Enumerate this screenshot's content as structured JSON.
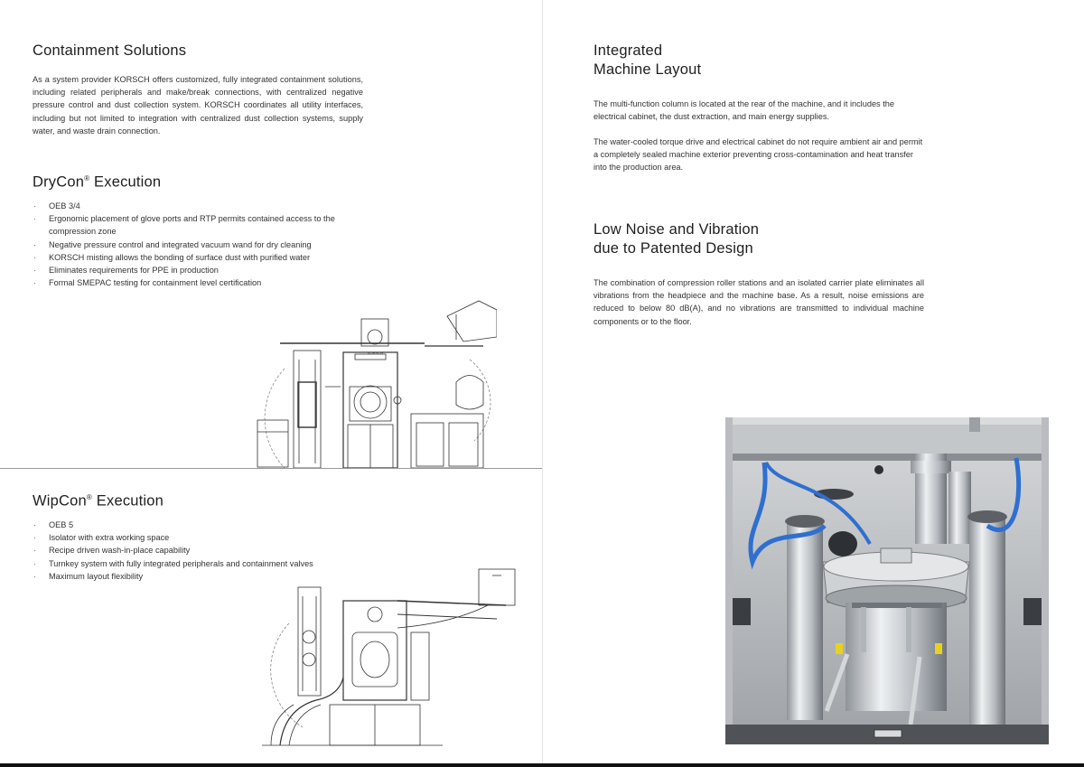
{
  "left": {
    "containment": {
      "title": "Containment Solutions",
      "body": "As a system provider KORSCH offers customized, fully integrated containment solutions, including related peripherals and make/break connections, with centralized negative pressure control and dust collection system. KORSCH coordinates all utility interfaces, including but not limited to integration with centralized dust collection systems, supply water, and waste drain connection."
    },
    "drycon": {
      "title_main": "DryCon",
      "title_reg": "®",
      "title_tail": " Execution",
      "bullets": [
        "OEB 3/4",
        "Ergonomic placement of glove ports and RTP permits contained access to the compression zone",
        "Negative pressure control and integrated vacuum wand for dry cleaning",
        "KORSCH misting allows the bonding of surface dust with purified water",
        "Eliminates requirements for PPE in production",
        "Formal SMEPAC testing for containment level certification"
      ],
      "drawing_brand": "KORSCH"
    },
    "wipcon": {
      "title_main": "WipCon",
      "title_reg": "®",
      "title_tail": " Execution",
      "bullets": [
        "OEB 5",
        "Isolator with extra working space",
        "Recipe driven wash-in-place capability",
        "Turnkey system with fully integrated peripherals and containment valves",
        "Maximum layout flexibility"
      ]
    }
  },
  "right": {
    "layout": {
      "title_line1": "Integrated",
      "title_line2": "Machine Layout",
      "para1": "The multi-function column is located at the rear of the machine, and it includes the electrical cabinet, the dust extraction, and main energy supplies.",
      "para2": "The water-cooled torque drive and electrical cabinet do not require ambient air and permit a completely sealed machine exterior preventing cross-contamination and heat transfer into the production area."
    },
    "noise": {
      "title_line1": "Low Noise and Vibration",
      "title_line2": "due to Patented Design",
      "body": "The combination of compression roller stations and an isolated carrier plate eliminates all vibrations from the headpiece and the machine base. As a result, noise emissions are reduced to below 80 dB(A), and no vibrations are transmitted to individual machine components or to the floor."
    }
  },
  "colors": {
    "hose_blue": "#2f6fd0",
    "marker_yellow": "#e8d21e",
    "frame_grey": "#b9bcc0"
  }
}
